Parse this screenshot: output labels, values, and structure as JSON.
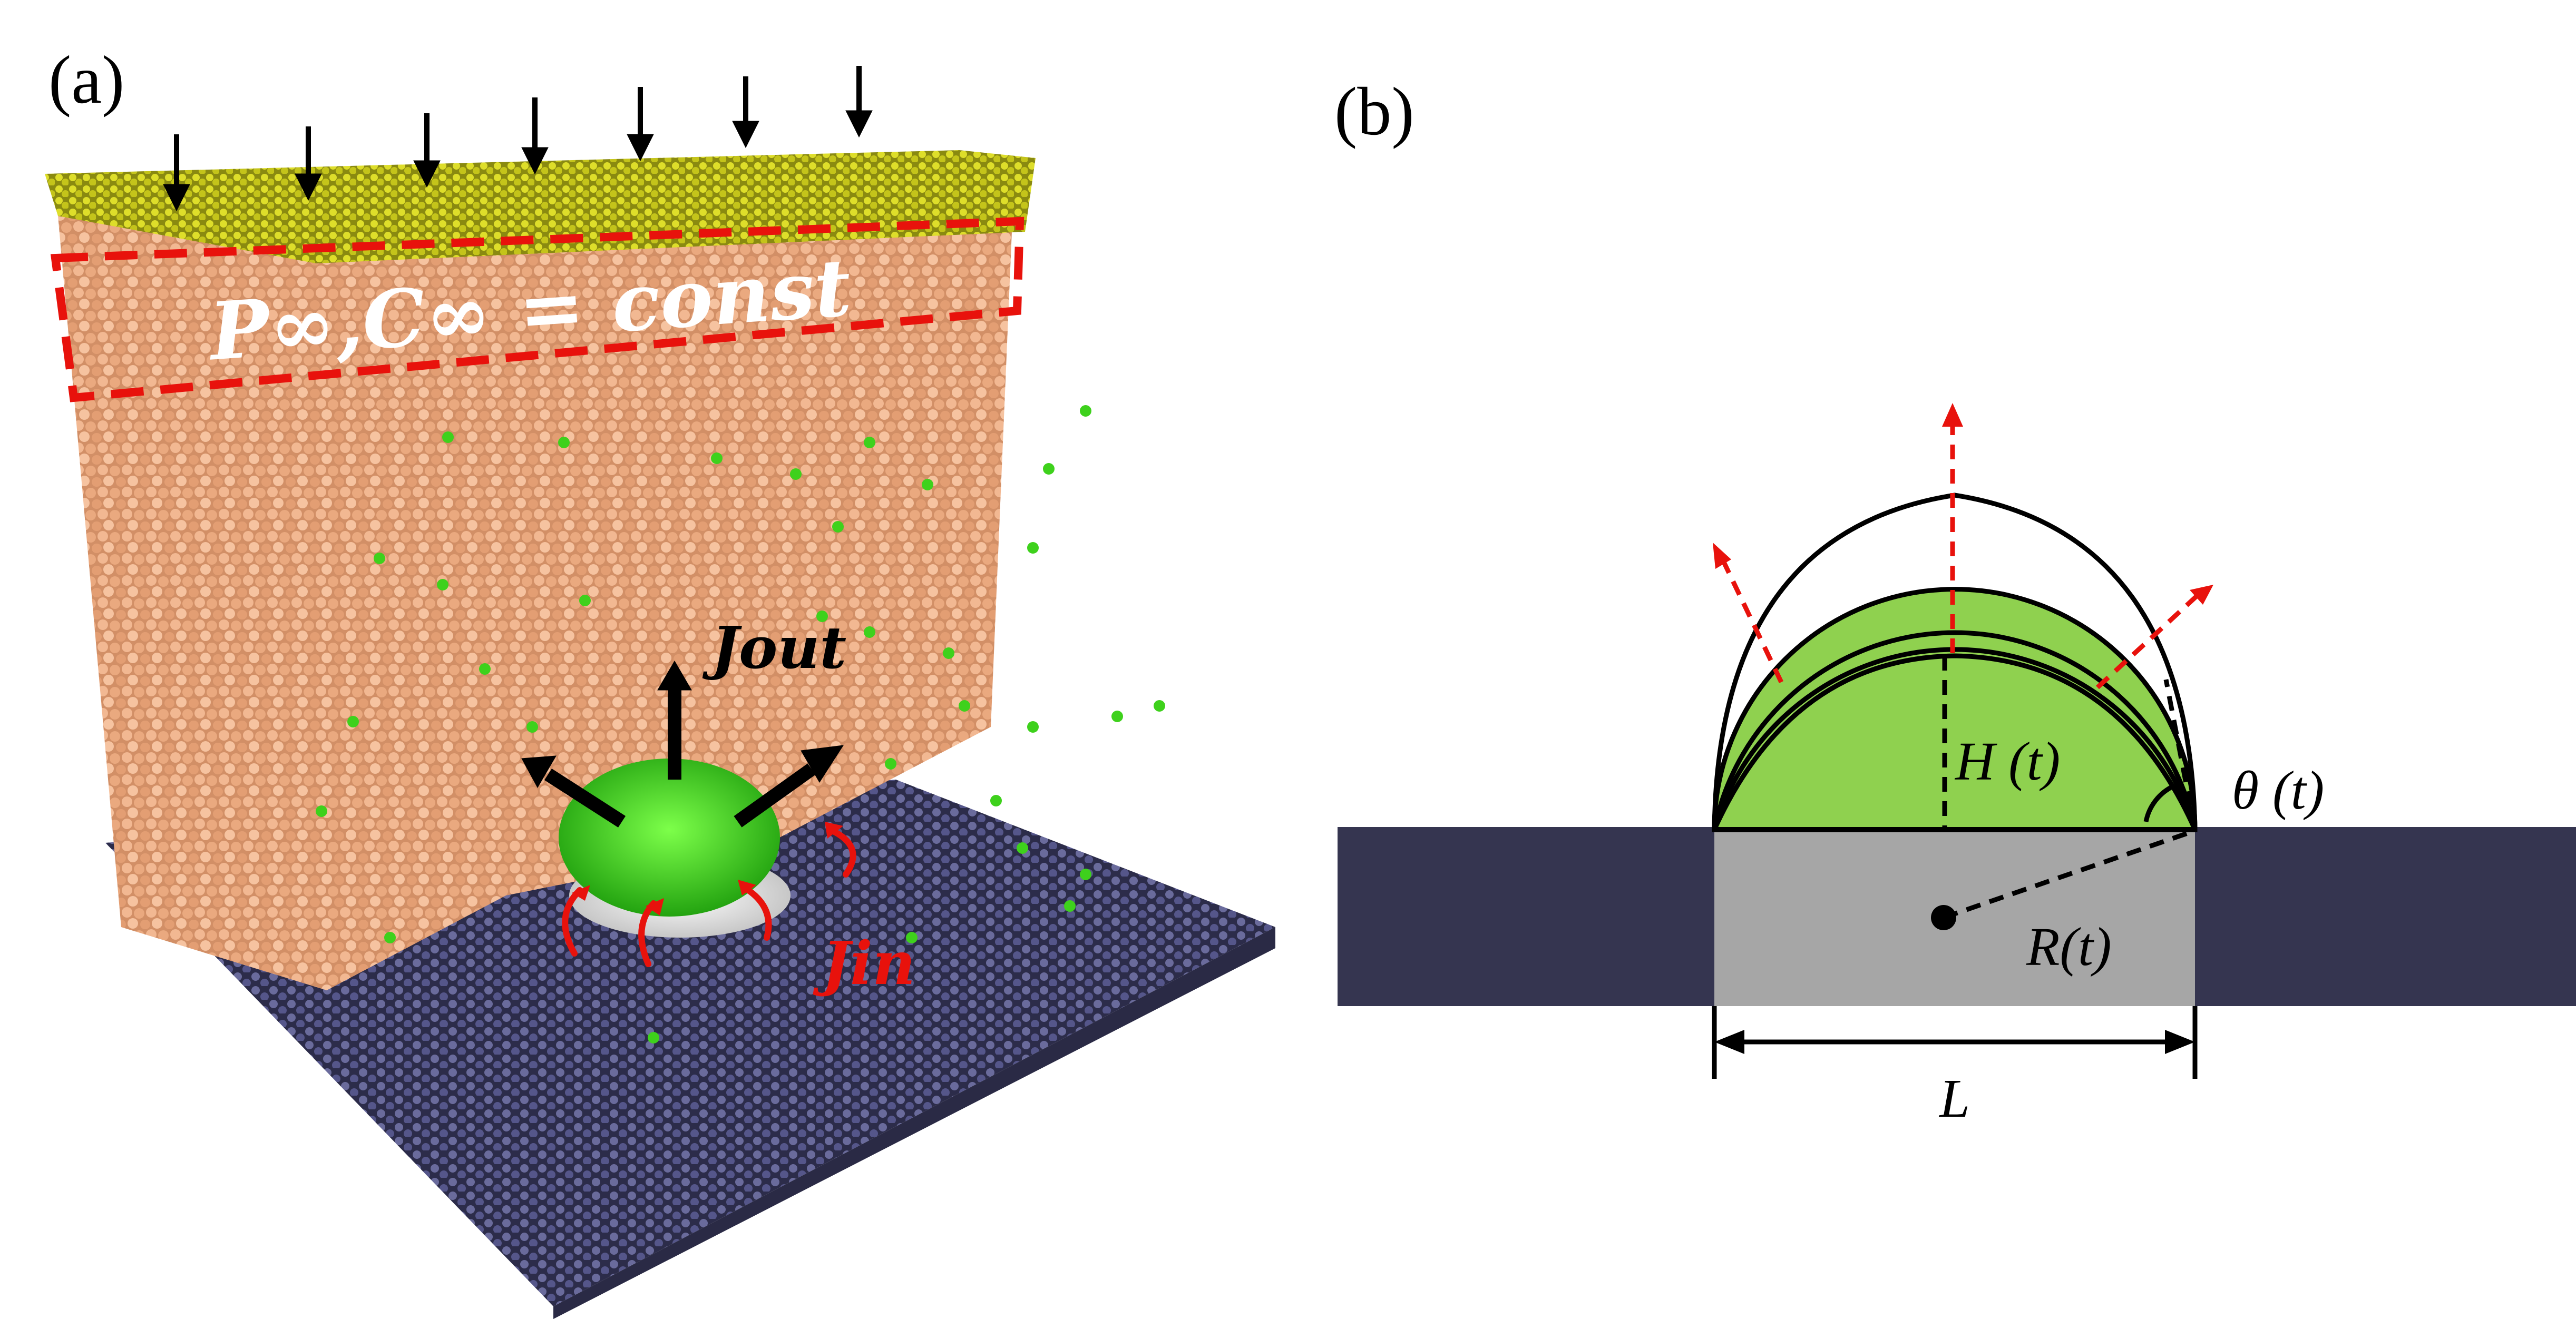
{
  "panel_a": {
    "letter": "(a)",
    "boundary_label": "P∞,C∞ = const",
    "flux_out_label": "Jout",
    "flux_in_label": "Jin",
    "colors": {
      "top_piston": "#c8c81a",
      "liquid": "#e8a57c",
      "gas": "#3ed11c",
      "substrate": "#5d5e8c",
      "pit": "#dcdcdc",
      "boundary_box": "#e8120c",
      "arrows": "#000000",
      "flux_in_arrows": "#e8120c"
    },
    "icons": [
      "pressure-arrow-icon",
      "flux-arrow-icon",
      "curved-flux-arrow-icon"
    ]
  },
  "panel_b": {
    "letter": "(b)",
    "height_label": "H (t)",
    "angle_label": "θ (t)",
    "radius_label": "R(t)",
    "width_label": "L",
    "colors": {
      "bubble": "#8fd14f",
      "substrate": "#353550",
      "pit": "#a6a6a6",
      "growth_arrows": "#e8120c",
      "outline": "#000000"
    }
  }
}
